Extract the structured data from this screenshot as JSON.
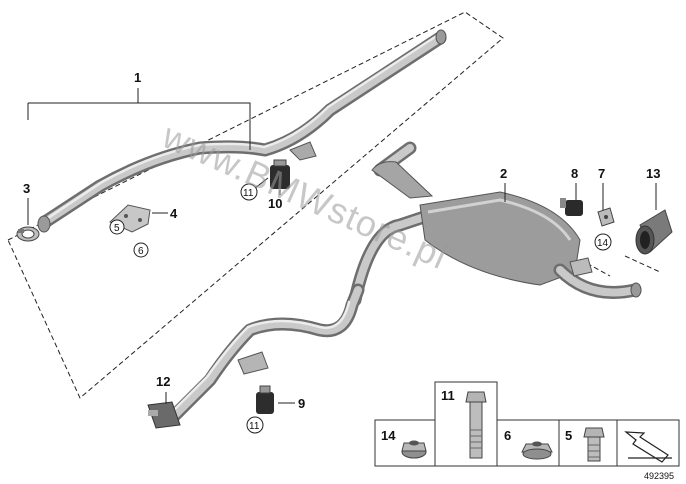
{
  "callouts": {
    "c1": "1",
    "c2": "2",
    "c3": "3",
    "c4": "4",
    "c5": "5",
    "c6": "6",
    "c7": "7",
    "c8": "8",
    "c9": "9",
    "c10": "10",
    "c11a": "11",
    "c11b": "11",
    "c12": "12",
    "c13": "13",
    "c14": "14"
  },
  "legend": {
    "items": [
      {
        "label": "14"
      },
      {
        "label": "11"
      },
      {
        "label": "6"
      },
      {
        "label": "5"
      }
    ]
  },
  "watermark": "www.BMWstore.pl",
  "diagram_id": "492395"
}
